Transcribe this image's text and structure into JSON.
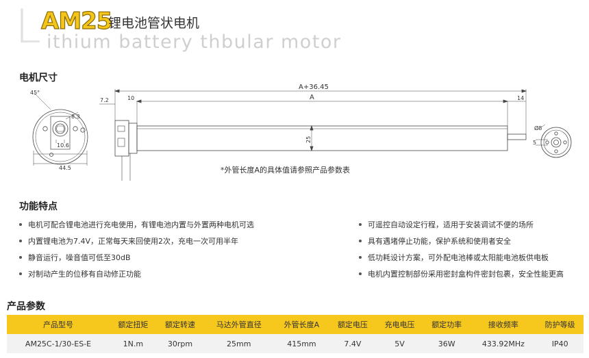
{
  "header": {
    "big_letter": "L",
    "model": "AM25",
    "title_cn": "锂电池管状电机",
    "title_en": "ithium battery thbular motor"
  },
  "sections": {
    "dimensions": "电机尺寸",
    "features": "功能特点",
    "params": "产品参数"
  },
  "drawing": {
    "front_diameter": "44.5",
    "front_small": "10.6",
    "front_hex": "8.3",
    "front_angle": "45°",
    "side_offset": "7.2",
    "side_head": "10",
    "total_length": "A+36.45",
    "tube_length": "A",
    "tube_diameter": "25",
    "end_length": "14",
    "end_pin": "5",
    "end_diameter": "Ø8",
    "note": "*外管长度A的具体值请参照产品参数表"
  },
  "features_left": [
    "电机可配合锂电池进行充电使用，有锂电池内置与外置两种电机可选",
    "内置锂电池为7.4V，正常每天来回使用2次，充电一次可用半年",
    "静音运行，噪音值可低至30dB",
    "对制动产生的位移有自动修正功能"
  ],
  "features_right": [
    "可遥控自动设定行程，适用于安装调试不便的场所",
    "具有遇堵停止功能，保护系统和使用者安全",
    "低功耗设计方案，可外配电池棒或太阳能电池板供电板",
    "电机内置控制部份采用密封盒构件密封包裹，安全性能更高"
  ],
  "table": {
    "headers": [
      "产品型号",
      "额定扭矩",
      "额定转速",
      "马达外管直径",
      "外管长度A",
      "额定电压",
      "充电电压",
      "额定功率",
      "接收频率",
      "防护等级"
    ],
    "rows": [
      [
        "AM25C-1/30-ES-E",
        "1N.m",
        "30rpm",
        "25mm",
        "415mm",
        "7.4V",
        "5V",
        "36W",
        "433.92MHz",
        "IP40"
      ]
    ]
  },
  "colors": {
    "accent": "#f6c71d",
    "row_bg": "#f2f2f2"
  }
}
